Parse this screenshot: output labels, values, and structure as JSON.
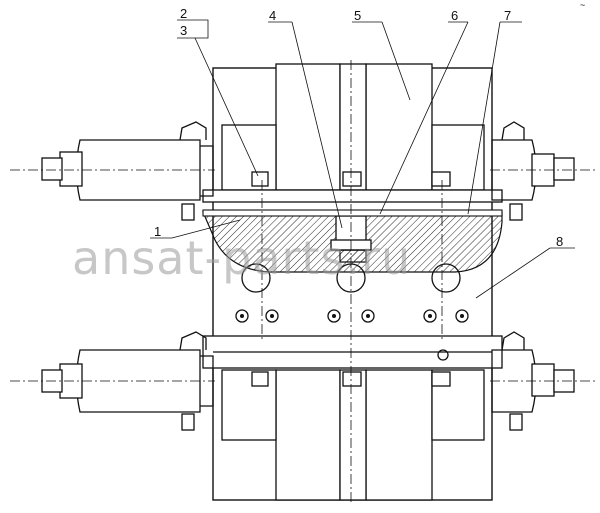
{
  "drawing": {
    "callouts": [
      {
        "id": "c1",
        "text": "1"
      },
      {
        "id": "c2",
        "text": "2"
      },
      {
        "id": "c3",
        "text": "3"
      },
      {
        "id": "c4",
        "text": "4"
      },
      {
        "id": "c5",
        "text": "5"
      },
      {
        "id": "c6",
        "text": "6"
      },
      {
        "id": "c7",
        "text": "7"
      },
      {
        "id": "c8",
        "text": "8"
      }
    ],
    "watermark": "ansat-parts.ru",
    "corner_mark": "~"
  }
}
